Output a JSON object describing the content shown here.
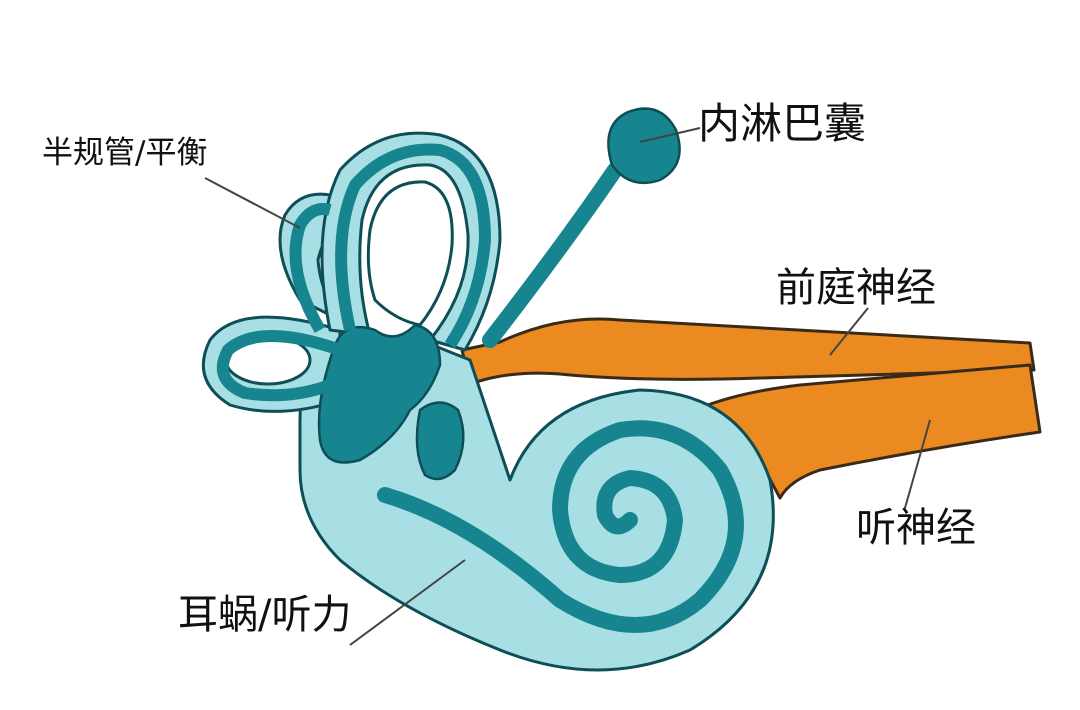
{
  "diagram": {
    "labels": {
      "semicircular_canals": "半规管/平衡",
      "endolymphatic_sac": "内淋巴囊",
      "vestibular_nerve": "前庭神经",
      "auditory_nerve": "听神经",
      "cochlea": "耳蜗/听力"
    },
    "colors": {
      "labyrinth_light": "#a8dfe4",
      "labyrinth_dark": "#16858f",
      "outline": "#0e4f57",
      "nerve": "#ec8a22",
      "nerve_outline": "#3a2a18",
      "leader_line": "#444444",
      "text": "#111111",
      "background": "#ffffff"
    }
  }
}
